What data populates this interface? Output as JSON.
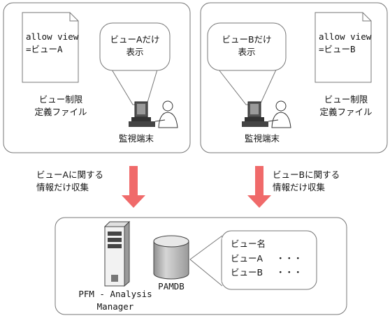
{
  "panel_a": {
    "policy_file_text": [
      "allow view",
      "=ビューA"
    ],
    "policy_file_label": [
      "ビュー制限",
      "定義ファイル"
    ],
    "bubble_text": [
      "ビューAだけ",
      "表示"
    ],
    "terminal_label": "監視端末"
  },
  "panel_b": {
    "policy_file_text": [
      "allow view",
      "=ビューB"
    ],
    "policy_file_label": [
      "ビュー制限",
      "定義ファイル"
    ],
    "bubble_text": [
      "ビューBだけ",
      "表示"
    ],
    "terminal_label": "監視端末"
  },
  "arrows": {
    "left_text": [
      "ビューAに関する",
      "情報だけ収集"
    ],
    "right_text": [
      "ビューBに関する",
      "情報だけ収集"
    ],
    "color": "#f06a6a"
  },
  "manager": {
    "server_label": [
      "PFM - Analysis",
      "Manager"
    ],
    "db_label": "PAMDB",
    "callout": [
      "ビュー名",
      "ビューA",
      "ビューB"
    ],
    "ellipsis": "・・・"
  }
}
